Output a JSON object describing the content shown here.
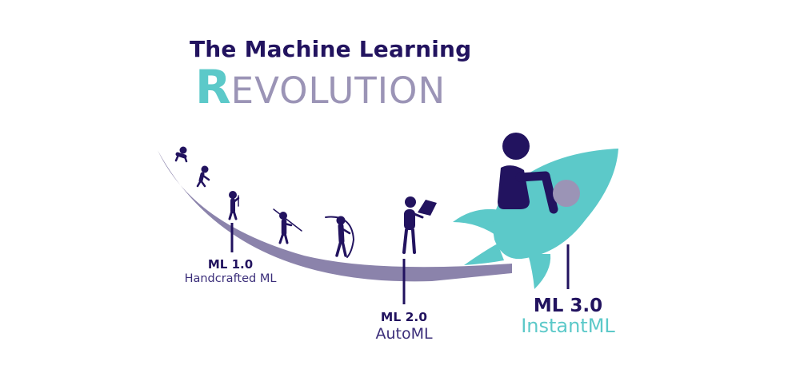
{
  "title": {
    "line1": "The Machine Learning",
    "line2_initial": "R",
    "line2_rest": "EVOLUTION"
  },
  "stages": [
    {
      "name": "ML 1.0",
      "subtitle": "Handcrafted ML"
    },
    {
      "name": "ML 2.0",
      "subtitle": "AutoML"
    },
    {
      "name": "ML 3.0",
      "subtitle": "InstantML"
    }
  ],
  "colors": {
    "navy": "#22135f",
    "teal": "#5cc9c9",
    "lavender": "#9b94b6",
    "arc": "#8b83ab"
  }
}
